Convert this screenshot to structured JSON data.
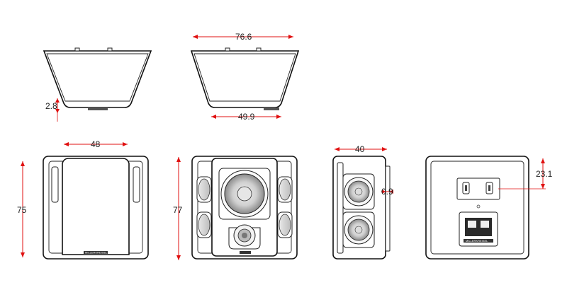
{
  "dimensions": {
    "top_width": "76.6",
    "bottom_width": "49.9",
    "base_thickness": "2.8",
    "front_width": "48",
    "front_height": "75",
    "grille_off_height": "77",
    "side_depth": "40",
    "side_small": "0.9",
    "back_mount": "23.1"
  },
  "logo_text": "MILLERKREISEL",
  "colors": {
    "dimension": "#e01010",
    "outline": "#111111"
  }
}
